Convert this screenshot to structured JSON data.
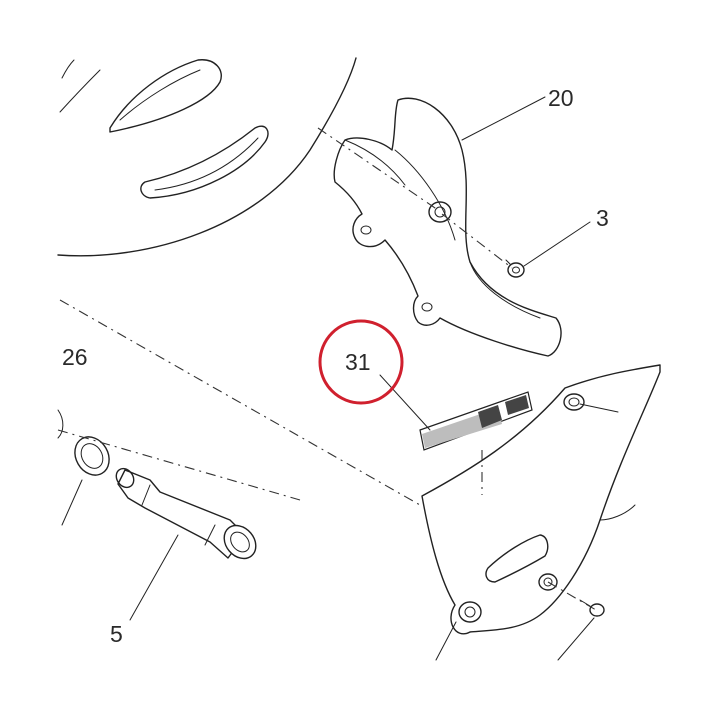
{
  "diagram": {
    "highlight_color": "#d0202e",
    "line_color": "#222222",
    "callouts": {
      "c20": "20",
      "c3": "3",
      "c26": "26",
      "c31": "31",
      "c5": "5"
    },
    "highlighted_callout": "31"
  }
}
